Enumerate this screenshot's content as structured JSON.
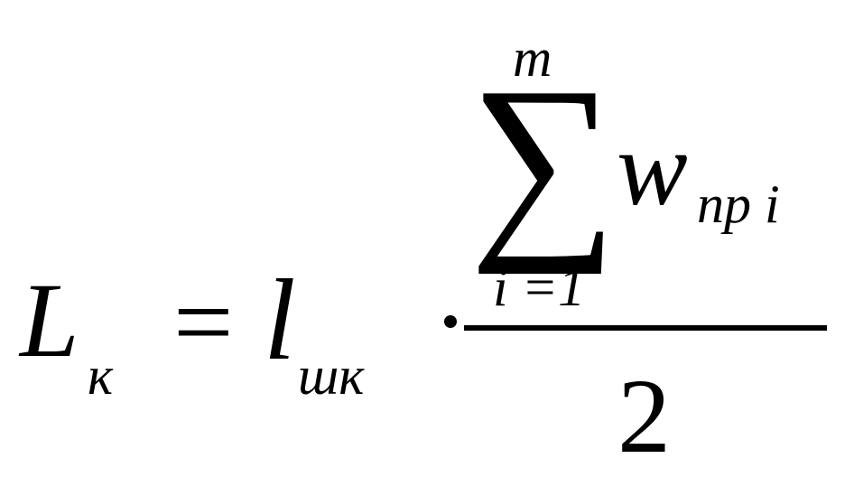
{
  "formula": {
    "lhs": {
      "symbol": "L",
      "subscript": "к"
    },
    "equals": "=",
    "factor": {
      "symbol": "l",
      "subscript": "шк"
    },
    "operator": "·",
    "fraction": {
      "numerator": {
        "sum_symbol": "∑",
        "upper_limit": "m",
        "lower_limit": "i =1",
        "term": {
          "symbol": "w",
          "subscript": "пр i"
        }
      },
      "denominator": "2"
    }
  },
  "colors": {
    "text": "#000000",
    "background": "#ffffff"
  }
}
